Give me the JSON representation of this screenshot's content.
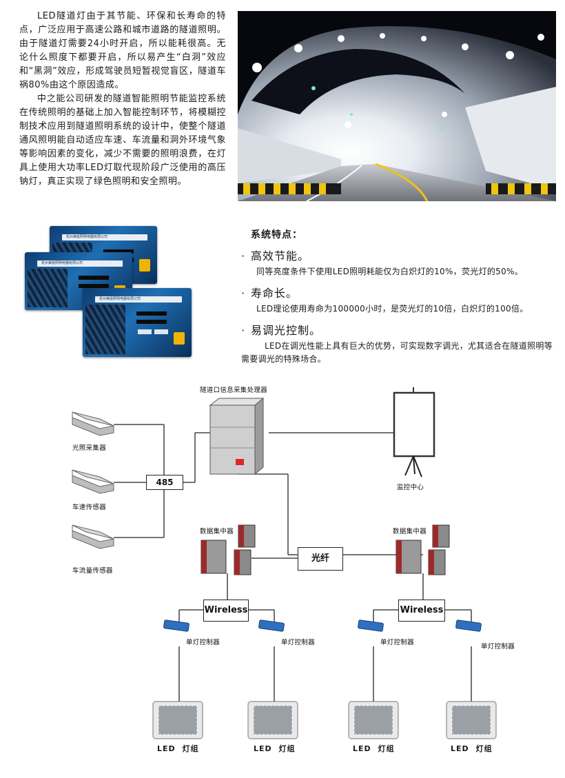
{
  "intro": {
    "paragraph1": "LED隧道灯由于其节能、环保和长寿命的特点，广泛应用于高速公路和城市道路的隧道照明。由于隧道灯需要24小时开启，所以能耗很高。无论什么照度下都要开启，所以易产生“白洞”效应和“黑洞”效应，形成驾驶员短暂视觉盲区，隧道车祸80%由这个原因造成。",
    "paragraph2": "中之能公司研发的隧道智能照明节能监控系统在传统照明的基础上加入智能控制环节，将模糊控制技术应用到隧道照明系统的设计中，使整个隧道通风照明能自动适应车速、车流量和洞外环境气象等影响因素的变化，减少不需要的照明浪费，在灯具上使用大功率LED灯取代现阶段广泛使用的高压钠灯，真正实现了绿色照明和安全照明。"
  },
  "screenshots": {
    "company": "杭州美能照明电器有限公司"
  },
  "features": {
    "title": "系统特点：",
    "items": [
      {
        "head": "高效节能。",
        "desc": "同等亮度条件下使用LED照明耗能仅为白炽灯的10%，荧光灯的50%。"
      },
      {
        "head": "寿命长。",
        "desc": "LED理论使用寿命为100000小时，是荧光灯的10倍，白炽灯的100倍。"
      },
      {
        "head": "易调光控制。",
        "desc": "LED在调光性能上具有巨大的优势，可实现数字调光，尤其适合在隧道照明等需要调光的特殊场合。"
      }
    ],
    "bullet": "·"
  },
  "diagram": {
    "processor_label": "隧道口信息采集处理器",
    "sensor1": "光照采集器",
    "sensor2": "车速传感器",
    "sensor3": "车流量传感器",
    "bus485": "485",
    "monitor": "监控中心",
    "concentrator_left": "数据集中器",
    "concentrator_right": "数据集中器",
    "fiber": "光纤",
    "wireless_left": "Wireless",
    "wireless_right": "Wireless",
    "ctrl1": "单灯控制器",
    "ctrl2": "单灯控制器",
    "ctrl3": "单灯控制器",
    "ctrl4": "单灯控制器",
    "led_word": "LED",
    "led_group": "灯组"
  },
  "colors": {
    "line": "#222222",
    "server_gray": "#c8c8c8",
    "server_red": "#e0262b",
    "concentrator_red": "#9c2a2a",
    "controller_blue": "#2e6fc2"
  }
}
